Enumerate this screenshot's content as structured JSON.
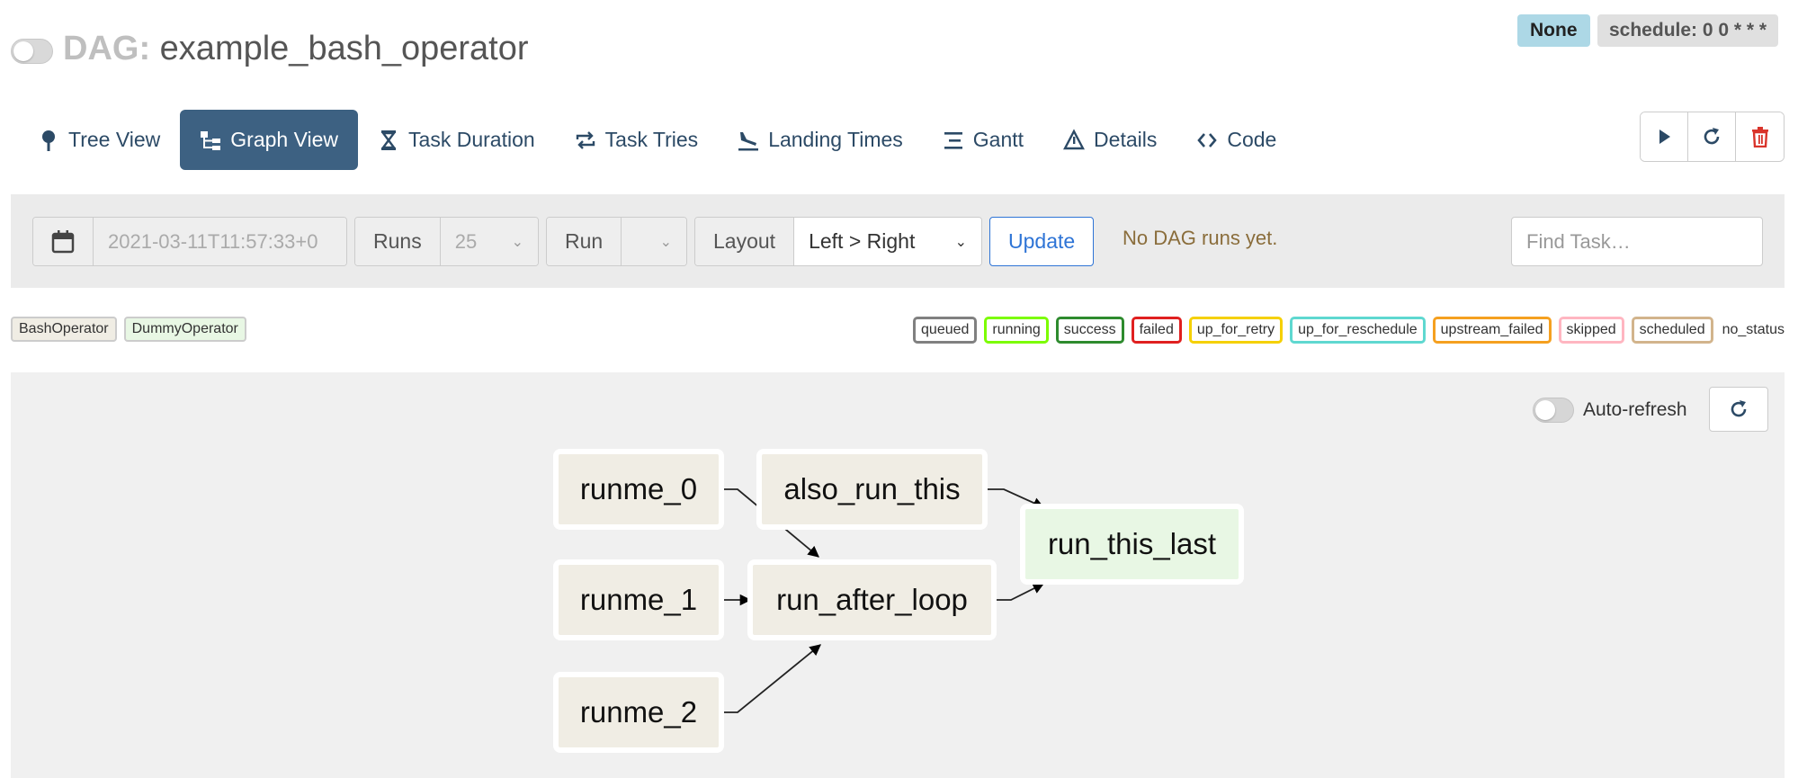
{
  "header": {
    "dag_prefix": "DAG:",
    "dag_name": "example_bash_operator",
    "run_state_badge": "None",
    "schedule_badge": "schedule: 0 0 * * *"
  },
  "tabs": [
    {
      "label": "Tree View",
      "icon": "tree-icon"
    },
    {
      "label": "Graph View",
      "icon": "graph-icon"
    },
    {
      "label": "Task Duration",
      "icon": "hourglass-icon"
    },
    {
      "label": "Task Tries",
      "icon": "retry-icon"
    },
    {
      "label": "Landing Times",
      "icon": "plane-landing-icon"
    },
    {
      "label": "Gantt",
      "icon": "gantt-icon"
    },
    {
      "label": "Details",
      "icon": "warning-triangle-icon"
    },
    {
      "label": "Code",
      "icon": "code-icon"
    }
  ],
  "actions": [
    {
      "icon": "play-icon"
    },
    {
      "icon": "refresh-icon"
    },
    {
      "icon": "trash-icon"
    }
  ],
  "filter": {
    "date_value": "2021-03-11T11:57:33+0",
    "runs_label": "Runs",
    "runs_value": "25",
    "run_label": "Run",
    "run_value": "",
    "layout_label": "Layout",
    "layout_value": "Left > Right",
    "update_label": "Update",
    "no_runs_text": "No DAG runs yet.",
    "find_task_placeholder": "Find Task…"
  },
  "operators": [
    "BashOperator",
    "DummyOperator"
  ],
  "states": [
    {
      "label": "queued",
      "color": "#808080"
    },
    {
      "label": "running",
      "color": "#7cfc00"
    },
    {
      "label": "success",
      "color": "#2e8b2e"
    },
    {
      "label": "failed",
      "color": "#e02020"
    },
    {
      "label": "up_for_retry",
      "color": "#f5d000"
    },
    {
      "label": "up_for_reschedule",
      "color": "#5fd8d0"
    },
    {
      "label": "upstream_failed",
      "color": "#f5a020"
    },
    {
      "label": "skipped",
      "color": "#ffb6c1"
    },
    {
      "label": "scheduled",
      "color": "#d2b48c"
    }
  ],
  "no_status_label": "no_status",
  "canvas": {
    "autorefresh_label": "Auto-refresh"
  },
  "graph": {
    "nodes": [
      {
        "id": "runme_0",
        "label": "runme_0",
        "operator": "BashOperator"
      },
      {
        "id": "runme_1",
        "label": "runme_1",
        "operator": "BashOperator"
      },
      {
        "id": "runme_2",
        "label": "runme_2",
        "operator": "BashOperator"
      },
      {
        "id": "also_run_this",
        "label": "also_run_this",
        "operator": "BashOperator"
      },
      {
        "id": "run_after_loop",
        "label": "run_after_loop",
        "operator": "BashOperator"
      },
      {
        "id": "run_this_last",
        "label": "run_this_last",
        "operator": "DummyOperator"
      }
    ],
    "edges": [
      {
        "from": "runme_0",
        "to": "run_after_loop"
      },
      {
        "from": "runme_1",
        "to": "run_after_loop"
      },
      {
        "from": "runme_2",
        "to": "run_after_loop"
      },
      {
        "from": "also_run_this",
        "to": "run_this_last"
      },
      {
        "from": "run_after_loop",
        "to": "run_this_last"
      }
    ]
  }
}
